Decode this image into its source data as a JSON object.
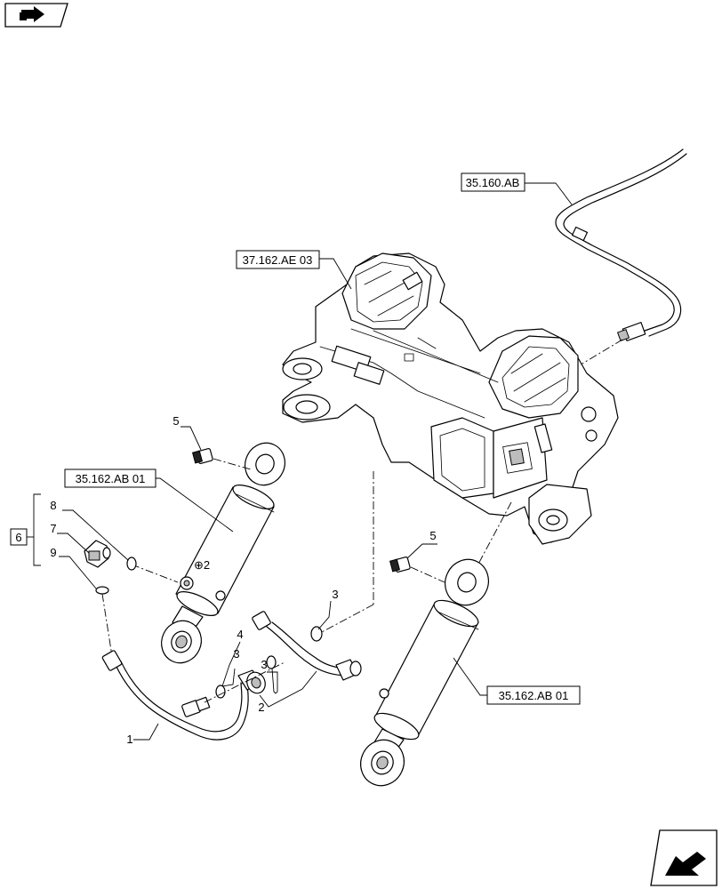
{
  "references": {
    "top_hose": "35.160.AB",
    "frame": "37.162.AE 03",
    "left_cylinder": "35.162.AB 01",
    "right_cylinder": "35.162.AB 01"
  },
  "group_label": "6",
  "callouts": {
    "hose_long": "1",
    "hose_short": "2",
    "washer_upper": "3",
    "washer_mid": "3",
    "washer_right": "3",
    "banjo_bolt": "4",
    "plug_left": "5",
    "plug_right": "5",
    "seal": "7",
    "washer_small": "8",
    "oring": "9",
    "fitting": "7"
  },
  "icons": {
    "top_left": "book-arrow-icon",
    "bottom_right": "next-page-arrow-icon"
  }
}
